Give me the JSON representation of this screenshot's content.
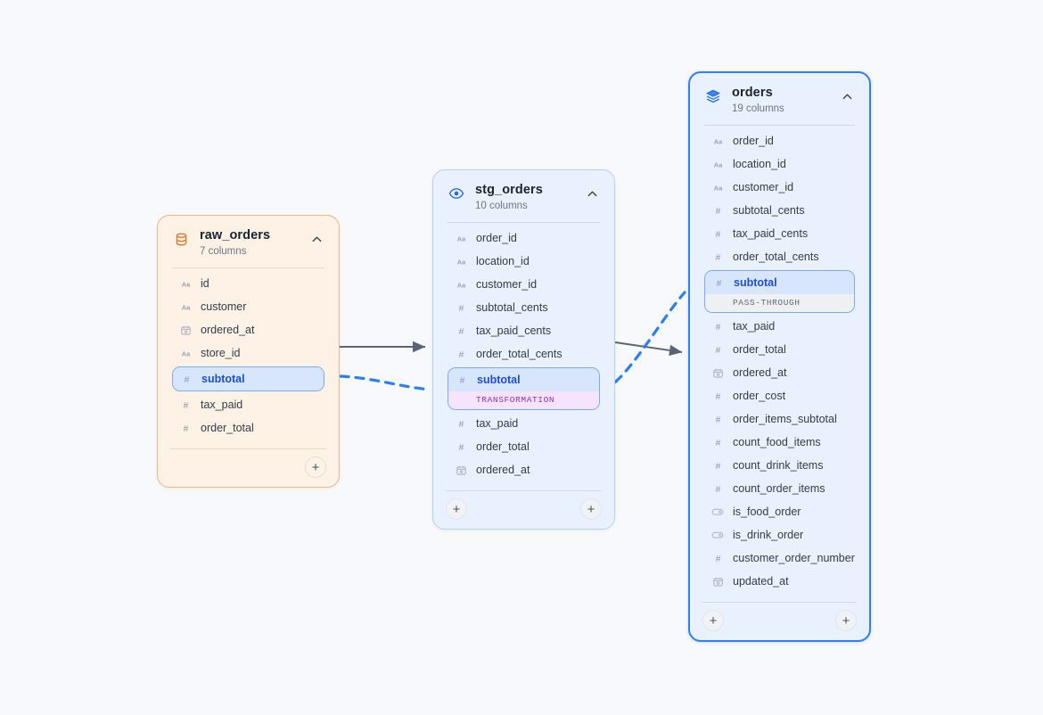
{
  "canvas": {
    "background": "#f7f9fc",
    "edge_solid_color": "#5b6474",
    "edge_dashed_color": "#2b7fff"
  },
  "nodes": [
    {
      "id": "raw_orders",
      "title": "raw_orders",
      "subtitle": "7 columns",
      "icon": "database-icon",
      "accent": "#e8772e",
      "collapse_icon": "chevron-up-icon",
      "columns": [
        {
          "name": "id",
          "type_icon": "text-type-icon"
        },
        {
          "name": "customer",
          "type_icon": "text-type-icon"
        },
        {
          "name": "ordered_at",
          "type_icon": "date-type-icon"
        },
        {
          "name": "store_id",
          "type_icon": "text-type-icon"
        },
        {
          "name": "subtotal",
          "type_icon": "number-type-icon",
          "highlighted": true
        },
        {
          "name": "tax_paid",
          "type_icon": "number-type-icon"
        },
        {
          "name": "order_total",
          "type_icon": "number-type-icon"
        }
      ],
      "footer": {
        "add_right_label": "+"
      }
    },
    {
      "id": "stg_orders",
      "title": "stg_orders",
      "subtitle": "10 columns",
      "icon": "view-eye-icon",
      "accent": "#2b7fff",
      "collapse_icon": "chevron-up-icon",
      "columns": [
        {
          "name": "order_id",
          "type_icon": "text-type-icon"
        },
        {
          "name": "location_id",
          "type_icon": "text-type-icon"
        },
        {
          "name": "customer_id",
          "type_icon": "text-type-icon"
        },
        {
          "name": "subtotal_cents",
          "type_icon": "number-type-icon"
        },
        {
          "name": "tax_paid_cents",
          "type_icon": "number-type-icon"
        },
        {
          "name": "order_total_cents",
          "type_icon": "number-type-icon"
        },
        {
          "name": "subtotal",
          "type_icon": "number-type-icon",
          "highlighted": true,
          "badge": "TRANSFORMATION",
          "badge_style": "transformation"
        },
        {
          "name": "tax_paid",
          "type_icon": "number-type-icon"
        },
        {
          "name": "order_total",
          "type_icon": "number-type-icon"
        },
        {
          "name": "ordered_at",
          "type_icon": "date-type-icon"
        }
      ],
      "footer": {
        "add_left_label": "+",
        "add_right_label": "+"
      }
    },
    {
      "id": "orders",
      "title": "orders",
      "subtitle": "19 columns",
      "icon": "layers-icon",
      "accent": "#2b7fff",
      "selected": true,
      "collapse_icon": "chevron-up-icon",
      "columns": [
        {
          "name": "order_id",
          "type_icon": "text-type-icon"
        },
        {
          "name": "location_id",
          "type_icon": "text-type-icon"
        },
        {
          "name": "customer_id",
          "type_icon": "text-type-icon"
        },
        {
          "name": "subtotal_cents",
          "type_icon": "number-type-icon"
        },
        {
          "name": "tax_paid_cents",
          "type_icon": "number-type-icon"
        },
        {
          "name": "order_total_cents",
          "type_icon": "number-type-icon"
        },
        {
          "name": "subtotal",
          "type_icon": "number-type-icon",
          "highlighted": true,
          "badge": "PASS-THROUGH",
          "badge_style": "passthrough"
        },
        {
          "name": "tax_paid",
          "type_icon": "number-type-icon"
        },
        {
          "name": "order_total",
          "type_icon": "number-type-icon"
        },
        {
          "name": "ordered_at",
          "type_icon": "date-type-icon"
        },
        {
          "name": "order_cost",
          "type_icon": "number-type-icon"
        },
        {
          "name": "order_items_subtotal",
          "type_icon": "number-type-icon"
        },
        {
          "name": "count_food_items",
          "type_icon": "number-type-icon"
        },
        {
          "name": "count_drink_items",
          "type_icon": "number-type-icon"
        },
        {
          "name": "count_order_items",
          "type_icon": "number-type-icon"
        },
        {
          "name": "is_food_order",
          "type_icon": "boolean-type-icon"
        },
        {
          "name": "is_drink_order",
          "type_icon": "boolean-type-icon"
        },
        {
          "name": "customer_order_number",
          "type_icon": "number-type-icon"
        },
        {
          "name": "updated_at",
          "type_icon": "date-type-icon"
        }
      ],
      "footer": {
        "add_left_label": "+",
        "add_right_label": "+"
      }
    }
  ],
  "edges": [
    {
      "id": "raw-to-stg",
      "kind": "model-edge",
      "style": "solid"
    },
    {
      "id": "stg-to-orders",
      "kind": "model-edge",
      "style": "solid"
    },
    {
      "id": "raw-subtotal-to-stg-subtotal",
      "kind": "column-lineage",
      "style": "dashed"
    },
    {
      "id": "stg-subtotal-to-orders-subtotal",
      "kind": "column-lineage",
      "style": "dashed"
    }
  ]
}
